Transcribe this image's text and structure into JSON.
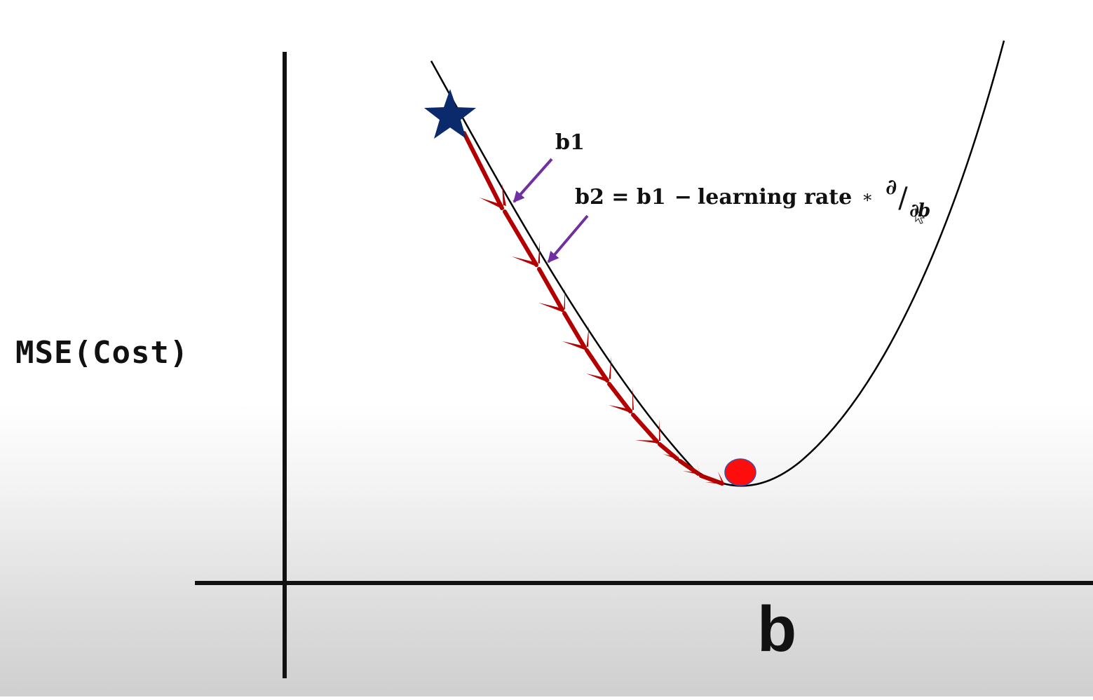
{
  "axes": {
    "y_label": "MSE(Cost)",
    "x_label": "b"
  },
  "annotations": {
    "b1": "b1",
    "formula_lhs": "b2 = b1",
    "formula_minus": "−",
    "formula_term": "learning rate",
    "formula_mult": "*",
    "partial_numerator": "∂",
    "partial_slash": "/",
    "partial_denominator": "∂b"
  },
  "colors": {
    "axis": "#111111",
    "curve": "#000000",
    "path": "#b30000",
    "start_star": "#0b2a6b",
    "minimum_dot": "#ff0d0d",
    "pointer": "#7030a0"
  }
}
